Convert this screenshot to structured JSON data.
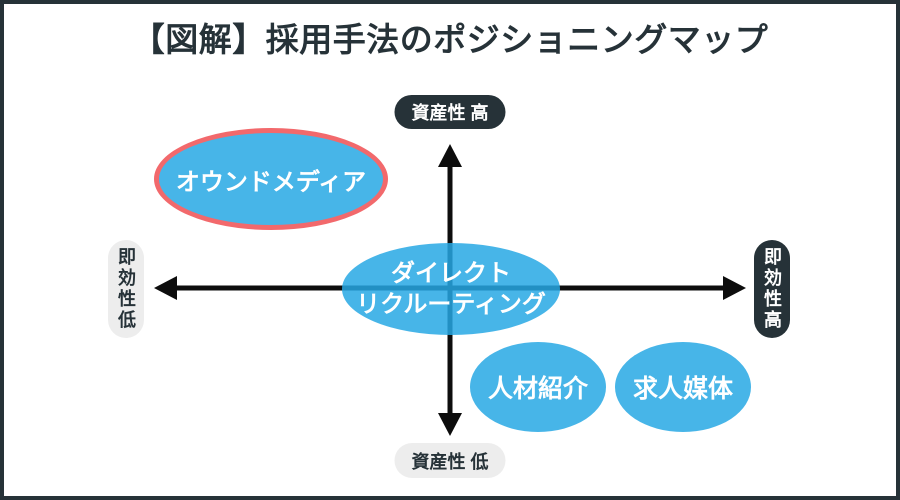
{
  "title": "【図解】採用手法のポジショニングマップ",
  "axes": {
    "top_label": "資産性 高",
    "bottom_label": "資産性 低",
    "left_label": "即効性低",
    "right_label": "即効性高"
  },
  "bubbles": [
    {
      "label": "オウンドメディア",
      "highlighted": true
    },
    {
      "line1": "ダイレクト",
      "line2": "リクルーティング",
      "highlighted": false
    },
    {
      "label": "人材紹介",
      "highlighted": false
    },
    {
      "label": "求人媒体",
      "highlighted": false
    }
  ],
  "colors": {
    "frame_dark": "#263238",
    "bubble_blue": "#47b5e8",
    "highlight_red": "#f2696c",
    "pill_gray": "#ededed",
    "axis_black": "#0d0d0d",
    "text_white": "#ffffff"
  }
}
